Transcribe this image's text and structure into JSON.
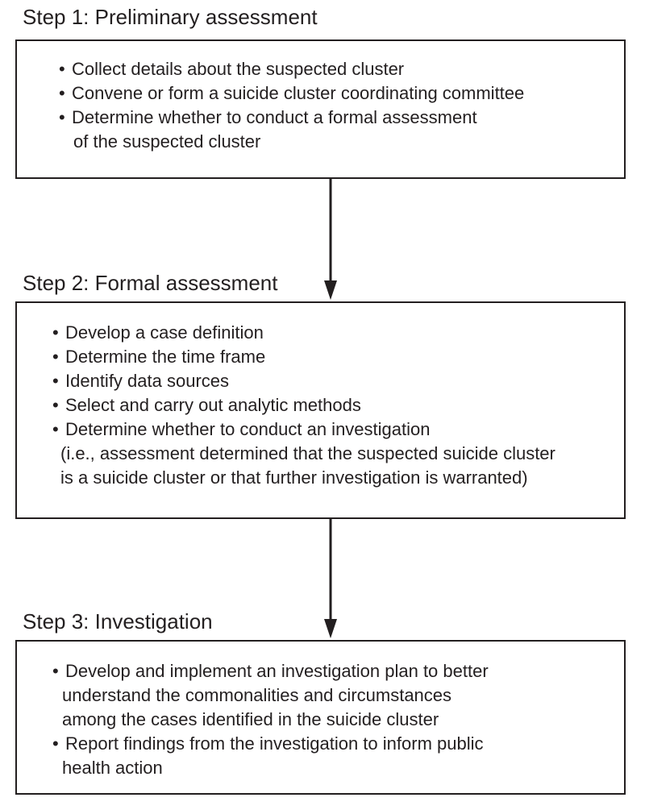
{
  "steps": [
    {
      "prefix": "Step 1:",
      "name": "Preliminary assessment",
      "bullets": [
        {
          "lines": [
            "Collect details about the suspected cluster"
          ]
        },
        {
          "lines": [
            "Convene or form a suicide cluster coordinating committee"
          ]
        },
        {
          "lines": [
            "Determine whether to conduct a formal assessment",
            "of the suspected cluster"
          ]
        }
      ]
    },
    {
      "prefix": "Step 2:",
      "name": "Formal assessment",
      "bullets": [
        {
          "lines": [
            "Develop a case definition"
          ]
        },
        {
          "lines": [
            "Determine the time frame"
          ]
        },
        {
          "lines": [
            "Identify data sources"
          ]
        },
        {
          "lines": [
            "Select and carry out analytic methods"
          ]
        },
        {
          "lines": [
            "Determine whether to conduct an investigation",
            "(i.e., assessment determined that the suspected suicide cluster",
            "is a suicide cluster or that further investigation is warranted)"
          ]
        }
      ]
    },
    {
      "prefix": "Step 3:",
      "name": "Investigation",
      "bullets": [
        {
          "lines": [
            "Develop and implement an investigation plan to better",
            "understand the commonalities and circumstances",
            "among the cases identified in the suicide cluster"
          ]
        },
        {
          "lines": [
            "Report findings from the investigation to inform public",
            "health action"
          ]
        }
      ]
    }
  ],
  "bullet_symbol": "•"
}
